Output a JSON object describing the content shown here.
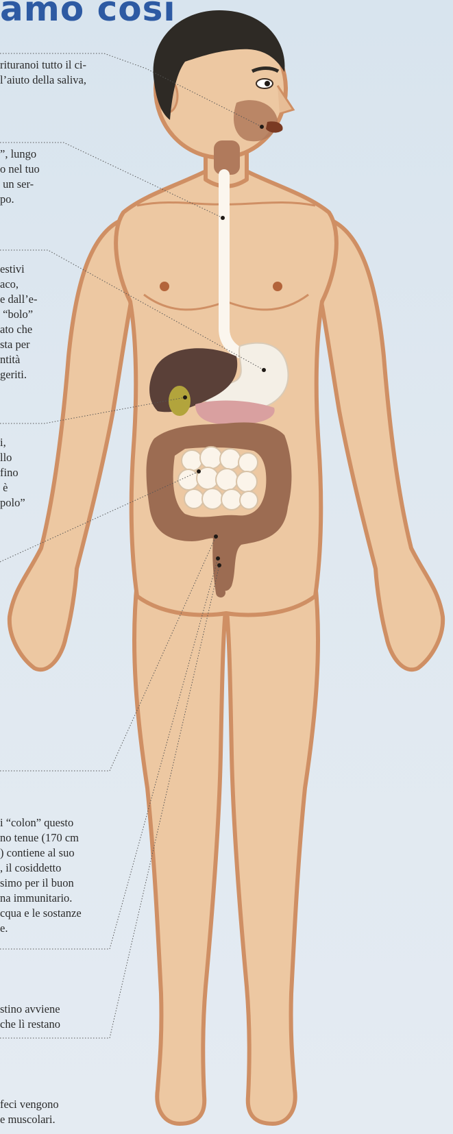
{
  "title": "amo così",
  "captions": {
    "mouth": "rituranoi tutto il ci-\nl’aiuto della saliva,",
    "esophagus": "”, lungo\no nel tuo\n un ser-\npo.",
    "stomach": "estivi\naco,\ne dall’e-\n “bolo”\nato che\nsta per\nntità\ngeriti.",
    "liver": "i,\nllo\nfino\n è\npolo”",
    "colon": "i “colon” questo\nno tenue (170 cm\n) contiene al suo\n, il cosiddetto\nsimo per il buon\nna immunitario.\ncqua e le sostanze\ne.",
    "rectum": "stino avviene\nche lì restano",
    "anus": "feci vengono\ne muscolari."
  },
  "colors": {
    "skin": "#edc8a2",
    "skin_outline": "#cf8f64",
    "hair": "#2e2a25",
    "liver": "#5a4038",
    "colon": "#9c6c52",
    "small_intestine": "#fbf4ea",
    "stomach": "#f4efe6",
    "pancreas": "#d9a0a0",
    "gallbladder": "#b2a43c",
    "title": "#2d5aa3"
  }
}
